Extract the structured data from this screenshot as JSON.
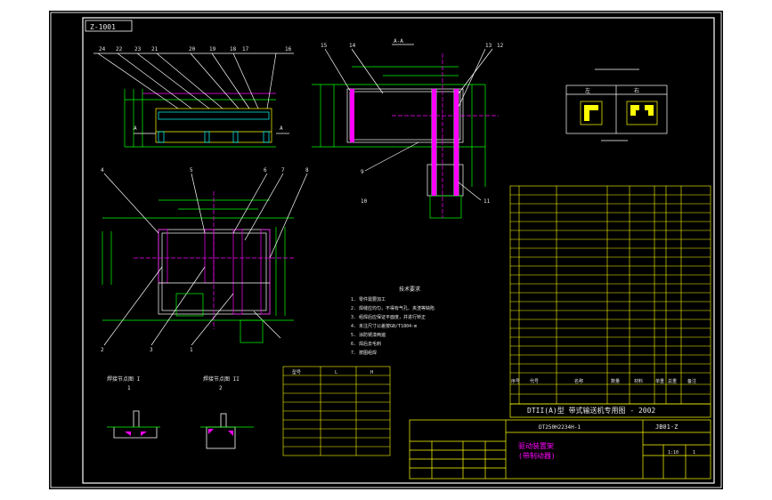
{
  "frame_tag": "Z-1001",
  "section_label": "A-A",
  "view_a_label": "A",
  "notes": {
    "heading": "技术要求",
    "lines": [
      "1. 零件需要加工",
      "2. 焊缝应均匀，不得有气孔、夹渣等缺陷",
      "3. 组焊后应保证平面度，并进行矫正",
      "4. 未注尺寸公差按GB/T1804-m",
      "5. 涂防锈漆两遍",
      "6. 焊后去毛刺",
      "7. 按图组焊"
    ]
  },
  "detail_labels": [
    "1",
    "2"
  ],
  "detail_captions": [
    "焊接节点图 I",
    "焊接节点图 II"
  ],
  "balloons": [
    "24",
    "22",
    "23",
    "21",
    "20",
    "19",
    "18",
    "17",
    "16",
    "15",
    "14",
    "13",
    "12",
    "1",
    "2",
    "3",
    "4",
    "5",
    "6",
    "7",
    "8",
    "9",
    "10",
    "11"
  ],
  "legend": {
    "left": "左",
    "right": "右"
  },
  "title_block": {
    "title_line": "DTII(A)型  带式输送机专用图 - 2002",
    "drawing_no": "DT250H2234H-1",
    "drawing_title": "驱动装置架",
    "drawing_subtitle": "(带制动器)",
    "code": "JB01-Z",
    "scale": "1:10",
    "sheet": "1"
  },
  "parts_header": [
    "序号",
    "代号",
    "名称",
    "数量",
    "材料",
    "单重",
    "总重",
    "备注"
  ],
  "small_table_header": [
    "型号",
    "L",
    "H"
  ]
}
